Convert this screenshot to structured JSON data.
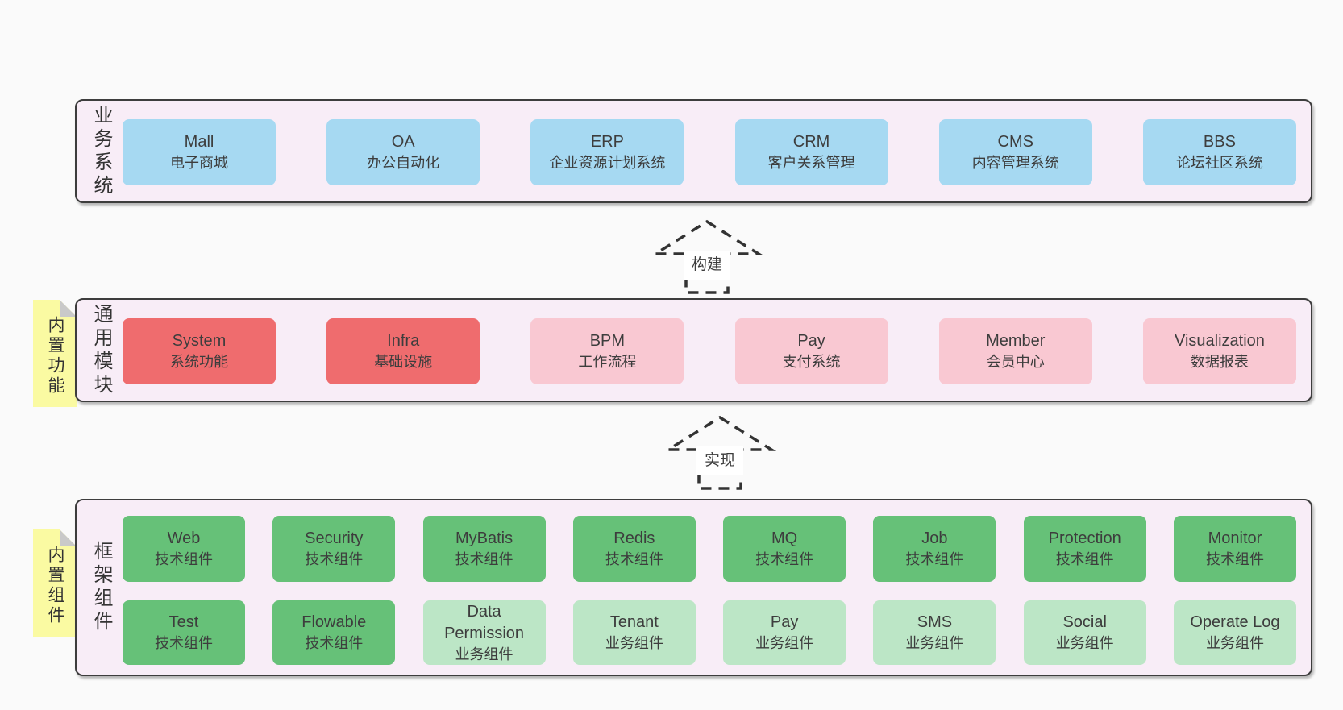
{
  "palette": {
    "page_bg": "#fafafa",
    "section_bg": "#f8edf7",
    "section_border": "#3d3d3d",
    "blue": "#a6d9f2",
    "red": "#ef6c6e",
    "pink": "#f9c8d2",
    "green": "#66c178",
    "light_green": "#bce6c6",
    "sticky_yellow": "#fafaa2",
    "sticky_fold": "#c9c9c9",
    "text": "#3d3d3d"
  },
  "sections": [
    {
      "id": "business",
      "label": "业务系统",
      "rows": [
        [
          {
            "name": "Mall",
            "desc": "电子商城",
            "color": "blue"
          },
          {
            "name": "OA",
            "desc": "办公自动化",
            "color": "blue"
          },
          {
            "name": "ERP",
            "desc": "企业资源计划系统",
            "color": "blue"
          },
          {
            "name": "CRM",
            "desc": "客户关系管理",
            "color": "blue"
          },
          {
            "name": "CMS",
            "desc": "内容管理系统",
            "color": "blue"
          },
          {
            "name": "BBS",
            "desc": "论坛社区系统",
            "color": "blue"
          }
        ]
      ]
    },
    {
      "id": "modules",
      "label": "通用模块",
      "sticky": "内置功能",
      "rows": [
        [
          {
            "name": "System",
            "desc": "系统功能",
            "color": "red"
          },
          {
            "name": "Infra",
            "desc": "基础设施",
            "color": "red"
          },
          {
            "name": "BPM",
            "desc": "工作流程",
            "color": "pink"
          },
          {
            "name": "Pay",
            "desc": "支付系统",
            "color": "pink"
          },
          {
            "name": "Member",
            "desc": "会员中心",
            "color": "pink"
          },
          {
            "name": "Visualization",
            "desc": "数据报表",
            "color": "pink"
          }
        ]
      ]
    },
    {
      "id": "components",
      "label": "框架组件",
      "sticky": "内置组件",
      "rows": [
        [
          {
            "name": "Web",
            "desc": "技术组件",
            "color": "green"
          },
          {
            "name": "Security",
            "desc": "技术组件",
            "color": "green"
          },
          {
            "name": "MyBatis",
            "desc": "技术组件",
            "color": "green"
          },
          {
            "name": "Redis",
            "desc": "技术组件",
            "color": "green"
          },
          {
            "name": "MQ",
            "desc": "技术组件",
            "color": "green"
          },
          {
            "name": "Job",
            "desc": "技术组件",
            "color": "green"
          },
          {
            "name": "Protection",
            "desc": "技术组件",
            "color": "green"
          },
          {
            "name": "Monitor",
            "desc": "技术组件",
            "color": "green"
          }
        ],
        [
          {
            "name": "Test",
            "desc": "技术组件",
            "color": "green"
          },
          {
            "name": "Flowable",
            "desc": "技术组件",
            "color": "green"
          },
          {
            "name": "Data Permission",
            "desc": "业务组件",
            "color": "light_green"
          },
          {
            "name": "Tenant",
            "desc": "业务组件",
            "color": "light_green"
          },
          {
            "name": "Pay",
            "desc": "业务组件",
            "color": "light_green"
          },
          {
            "name": "SMS",
            "desc": "业务组件",
            "color": "light_green"
          },
          {
            "name": "Social",
            "desc": "业务组件",
            "color": "light_green"
          },
          {
            "name": "Operate Log",
            "desc": "业务组件",
            "color": "light_green"
          }
        ]
      ]
    }
  ],
  "arrows": [
    {
      "label": "构建"
    },
    {
      "label": "实现"
    }
  ]
}
